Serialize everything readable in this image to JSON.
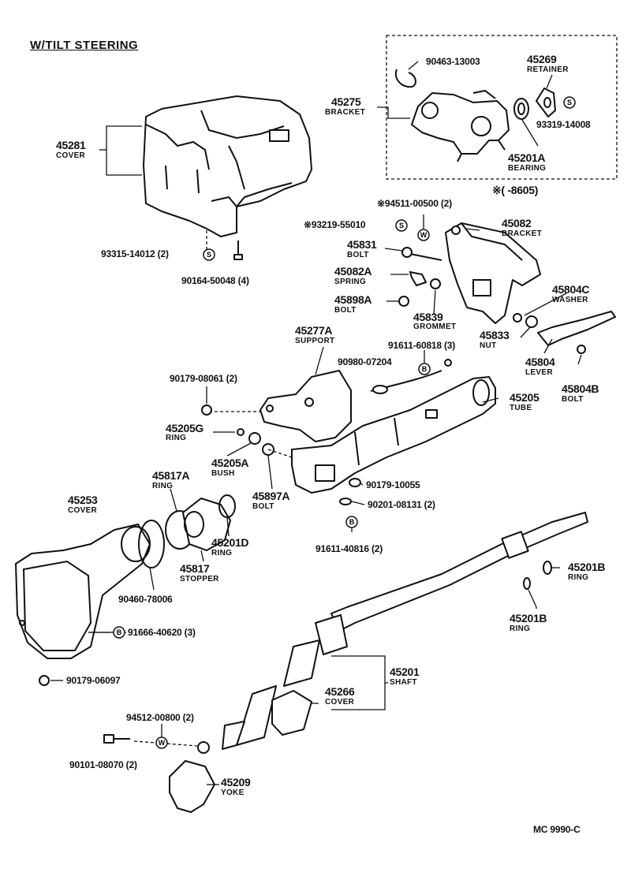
{
  "title": "W/TILT STEERING",
  "footer_code": "MC 9990-C",
  "inset_note": "※(      -8605)",
  "parts": {
    "p45281": {
      "num": "45281",
      "name": "COVER"
    },
    "p93315": {
      "num": "93315-14012 (2)"
    },
    "p90164": {
      "num": "90164-50048 (4)"
    },
    "p90463": {
      "num": "90463-13003"
    },
    "p45269": {
      "num": "45269",
      "name": "RETAINER"
    },
    "p45275": {
      "num": "45275",
      "name": "BRACKET"
    },
    "p93319": {
      "num": "93319-14008"
    },
    "p45201A": {
      "num": "45201A",
      "name": "BEARING"
    },
    "p94511": {
      "num": "※94511-00500 (2)"
    },
    "p93219": {
      "num": "※93219-55010"
    },
    "p45082": {
      "num": "45082",
      "name": "BRACKET"
    },
    "p45831": {
      "num": "45831",
      "name": "BOLT"
    },
    "p45082A": {
      "num": "45082A",
      "name": "SPRING"
    },
    "p45898A": {
      "num": "45898A",
      "name": "BOLT"
    },
    "p45839": {
      "num": "45839",
      "name": "GROMMET"
    },
    "p45804C": {
      "num": "45804C",
      "name": "WASHER"
    },
    "p45833": {
      "num": "45833",
      "name": "NUT"
    },
    "p45804": {
      "num": "45804",
      "name": "LEVER"
    },
    "p45804B": {
      "num": "45804B",
      "name": "BOLT"
    },
    "p45277A": {
      "num": "45277A",
      "name": "SUPPORT"
    },
    "p91611_60818": {
      "num": "91611-60818 (3)"
    },
    "p90980": {
      "num": "90980-07204"
    },
    "p90179_08061": {
      "num": "90179-08061 (2)"
    },
    "p45205": {
      "num": "45205",
      "name": "TUBE"
    },
    "p45205G": {
      "num": "45205G",
      "name": "RING"
    },
    "p45205A": {
      "num": "45205A",
      "name": "BUSH"
    },
    "p45817A": {
      "num": "45817A",
      "name": "RING"
    },
    "p45897A": {
      "num": "45897A",
      "name": "BOLT"
    },
    "p90179_10055": {
      "num": "90179-10055"
    },
    "p90201": {
      "num": "90201-08131 (2)"
    },
    "p45253": {
      "num": "45253",
      "name": "COVER"
    },
    "p45201D": {
      "num": "45201D",
      "name": "RING"
    },
    "p45817": {
      "num": "45817",
      "name": "STOPPER"
    },
    "p91611_40816": {
      "num": "91611-40816 (2)"
    },
    "p90460": {
      "num": "90460-78006"
    },
    "p45201B_a": {
      "num": "45201B",
      "name": "RING"
    },
    "p45201B_b": {
      "num": "45201B",
      "name": "RING"
    },
    "p91666": {
      "num": "91666-40620 (3)"
    },
    "p90179_06097": {
      "num": "90179-06097"
    },
    "p45201": {
      "num": "45201",
      "name": "SHAFT"
    },
    "p45266": {
      "num": "45266",
      "name": "COVER"
    },
    "p94512": {
      "num": "94512-00800 (2)"
    },
    "p90101": {
      "num": "90101-08070 (2)"
    },
    "p45209": {
      "num": "45209",
      "name": "YOKE"
    }
  },
  "symbols": {
    "s": "S",
    "b": "B",
    "w": "W"
  }
}
